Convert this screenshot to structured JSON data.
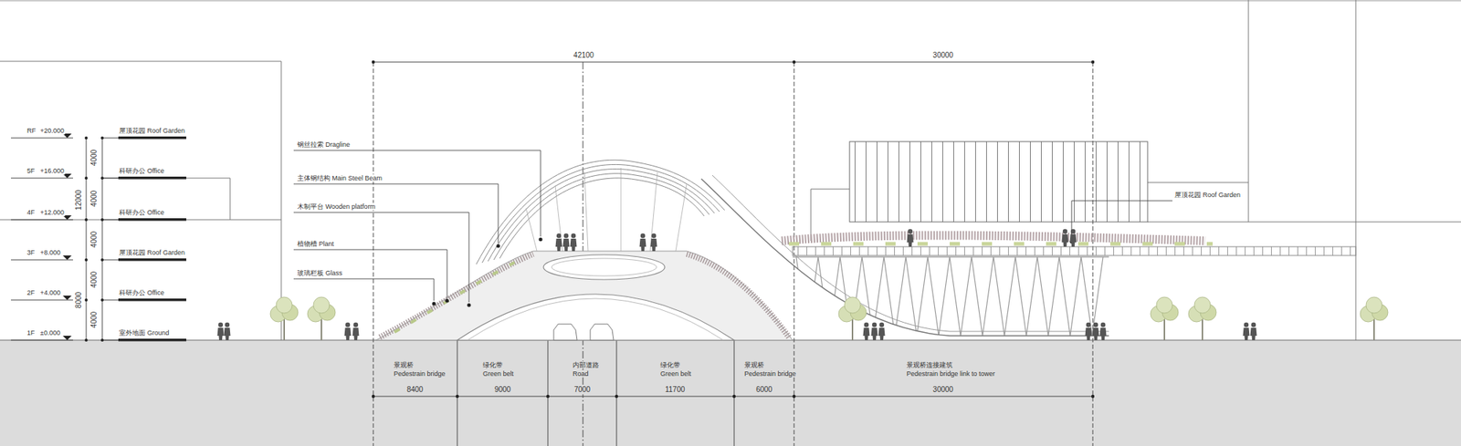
{
  "diagram": {
    "labels": [
      "RF",
      "+20.000",
      "屋顶花园 Roof Garden",
      "5F",
      "+16.000",
      "科研办公 Office",
      "4F",
      "+12.000",
      "科研办公 Office",
      "3F",
      "+8.000",
      "屋顶花园 Roof Garden",
      "2F",
      "+4.000",
      "科研办公 Office",
      "1F",
      "±0.000",
      "室外地面 Ground",
      "4000",
      "4000",
      "4000",
      "4000",
      "4000",
      "12000",
      "8000",
      "42100",
      "30000",
      "钢丝拉索 Dragline",
      "主体钢结构 Main Steel Beam",
      "木制平台 Wooden platform",
      "植物槽 Plant",
      "玻璃栏板 Glass",
      "屋顶花园 Roof Garden",
      "景观桥",
      "Pedestrain bridge",
      "绿化带",
      "Green belt",
      "内部道路",
      "Road",
      "绿化带",
      "Green belt",
      "景观桥",
      "Pedestrain bridge",
      "景观桥连接建筑",
      "Pedestrain bridge link to tower",
      "8400",
      "9000",
      "7000",
      "11700",
      "6000",
      "30000"
    ]
  }
}
